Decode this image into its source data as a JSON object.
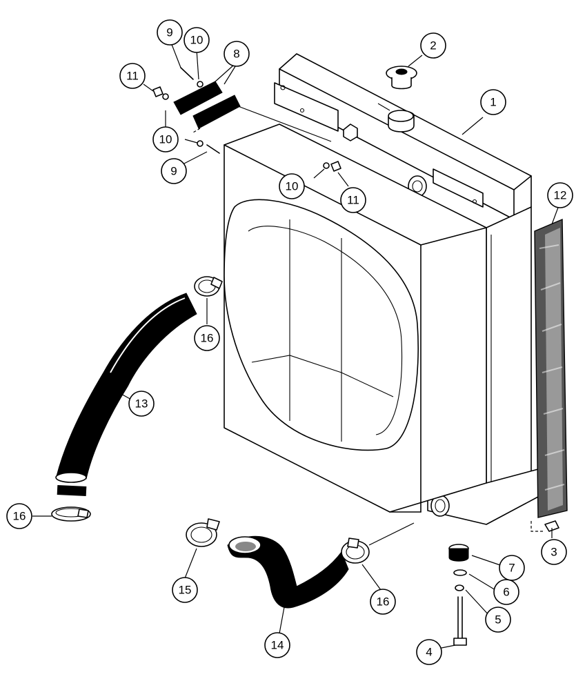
{
  "callouts": [
    {
      "id": "c1",
      "label": "1"
    },
    {
      "id": "c2",
      "label": "2"
    },
    {
      "id": "c3",
      "label": "3"
    },
    {
      "id": "c4",
      "label": "4"
    },
    {
      "id": "c5",
      "label": "5"
    },
    {
      "id": "c6",
      "label": "6"
    },
    {
      "id": "c7",
      "label": "7"
    },
    {
      "id": "c8",
      "label": "8"
    },
    {
      "id": "c9a",
      "label": "9"
    },
    {
      "id": "c9b",
      "label": "9"
    },
    {
      "id": "c10a",
      "label": "10"
    },
    {
      "id": "c10b",
      "label": "10"
    },
    {
      "id": "c10c",
      "label": "10"
    },
    {
      "id": "c11a",
      "label": "11"
    },
    {
      "id": "c11b",
      "label": "11"
    },
    {
      "id": "c12",
      "label": "12"
    },
    {
      "id": "c13",
      "label": "13"
    },
    {
      "id": "c14",
      "label": "14"
    },
    {
      "id": "c15",
      "label": "15"
    },
    {
      "id": "c16a",
      "label": "16"
    },
    {
      "id": "c16b",
      "label": "16"
    },
    {
      "id": "c16c",
      "label": "16"
    }
  ],
  "colors": {
    "line": "#000000",
    "background": "#ffffff"
  }
}
